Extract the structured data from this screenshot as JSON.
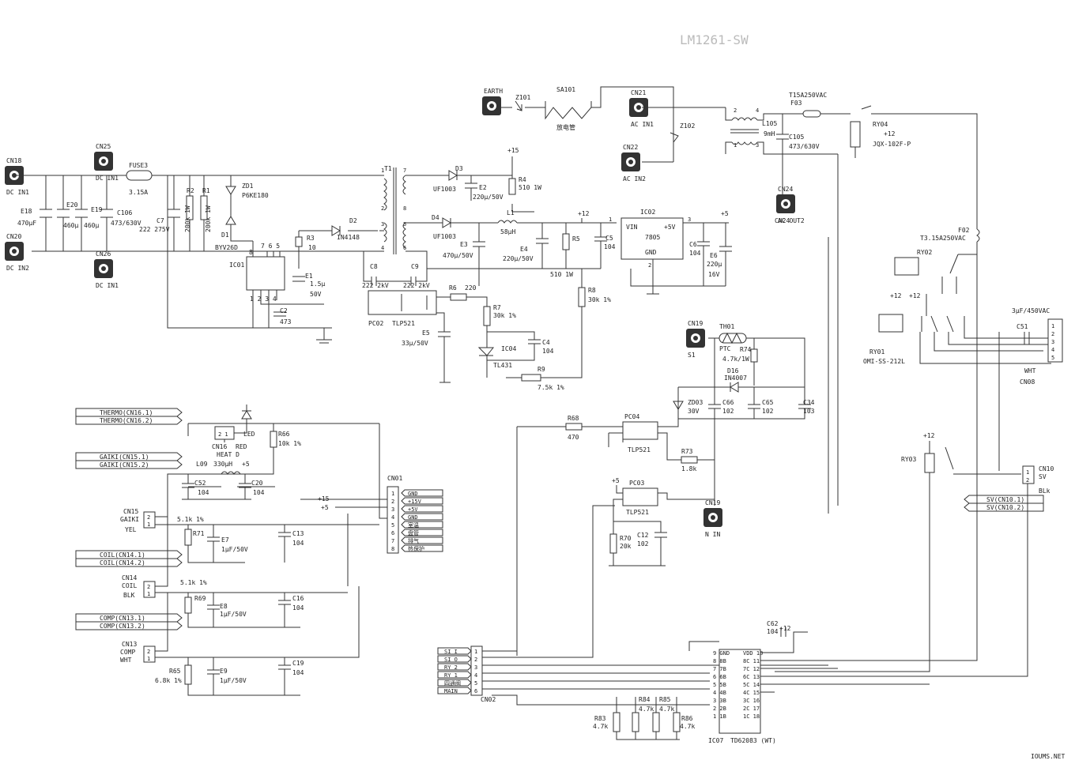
{
  "watermark": "LM1261-SW",
  "footer_site": "IOUMS.NET",
  "terminals": [
    {
      "id": "CN18",
      "label": "DC IN1"
    },
    {
      "id": "CN20",
      "label": "DC IN2"
    },
    {
      "id": "CN25",
      "label": "DC IN1"
    },
    {
      "id": "CN26",
      "label": "DC IN1"
    },
    {
      "id": "EARTH",
      "label": ""
    },
    {
      "id": "CN21",
      "label": "AC IN1"
    },
    {
      "id": "CN22",
      "label": "AC IN2"
    },
    {
      "id": "CN24",
      "label": "AC OUT2"
    },
    {
      "id": "CN19",
      "label": "S1"
    },
    {
      "id": "CN19",
      "label": "N IN"
    }
  ],
  "labels": {
    "fuse3": "FUSE3",
    "fuse3_val": "3.15A",
    "sa101": "SA101",
    "sa101_cn": "放电管",
    "z101": "Z101",
    "z102": "Z102",
    "f03": "F03",
    "f03_val": "T15A250VAC",
    "l105": "L105",
    "l105_val": "9mH",
    "c105": "C105",
    "c105_val": "473/630V",
    "ry04": "RY04",
    "ry04_part": "JQX-102F-P",
    "p12": "+12",
    "f02": "F02",
    "f02_val": "T3.15A250VAC",
    "ry02": "RY02",
    "ry01": "RY01",
    "ry01_part": "OMI-SS-212L",
    "c51_val": "3μF/450VAC",
    "c51": "C51",
    "cn08": "CN08",
    "wht": "WHT",
    "ry03": "RY03",
    "cn10": "CN10",
    "sv": "SV",
    "blk": "BLk",
    "e18": "E18",
    "e18_val": "470μF",
    "e20": "E20",
    "e20_val": "460μ",
    "e19": "E19",
    "e19_val": "460μ",
    "c106": "C106",
    "c106_val": "473/630V",
    "c7": "C7",
    "c7_val": "222 275V",
    "r2": "R2",
    "r2_val": "200k 1W",
    "r1": "R1",
    "r1_val": "200k 1W",
    "zd1": "ZD1",
    "zd1_val": "P6KE180",
    "d1": "D1",
    "d1_val": "BYV26D",
    "ic01": "IC01",
    "r3": "R3",
    "r3_val": "10",
    "d2": "D2",
    "d2_val": "IN4148",
    "e1": "E1",
    "e1_val1": "1.5μ",
    "e1_val2": "50V",
    "c2": "C2",
    "c2_val": "473",
    "t1": "T1",
    "d3": "D3",
    "d3_val": "UF1003",
    "e2": "E2",
    "e2_val": "220μ/50V",
    "p15": "+15",
    "r4": "R4",
    "r4_val": "510 1W",
    "d4": "D4",
    "d4_val": "UF1003",
    "l1": "L1",
    "l1_val": "58μH",
    "e3": "E3",
    "e3_val": "470μ/50V",
    "e4": "E4",
    "e4_val": "220μ/50V",
    "r5": "R5",
    "r5_val": "510 1W",
    "c5": "C5",
    "c5_val": "104",
    "ic02": "IC02",
    "ic02_part": "7805",
    "vin": "VIN",
    "p5out": "+5V",
    "gnd": "GND",
    "p5": "+5",
    "c6": "C6",
    "c6_val": "104",
    "e6": "E6",
    "e6_val1": "220μ",
    "e6_val2": "16V",
    "c8": "C8",
    "c8_val": "222 2kV",
    "c9": "C9",
    "c9_val": "222 2kV",
    "r6": "R6",
    "r6_val": "220",
    "pc02": "PC02",
    "pc02_part": "TLP521",
    "r7": "R7",
    "r7_val": "30k 1%",
    "r8": "R8",
    "r8_val": "30k 1%",
    "e5": "E5",
    "e5_val": "33μ/50V",
    "ic04": "IC04",
    "ic04_part": "TL431",
    "c4": "C4",
    "c4_val": "104",
    "r9": "R9",
    "r9_val": "7.5k 1%",
    "th01": "TH01",
    "ptc": "PTC",
    "r74": "R74",
    "r74_val": "4.7k/1W",
    "d16": "D16",
    "d16_val": "IN4007",
    "zd03": "ZD03",
    "zd03_val": "30V",
    "c66": "C66",
    "c66_val": "102",
    "c65": "C65",
    "c65_val": "102",
    "c34": "C34",
    "c34_val": "103",
    "r68": "R68",
    "r68_val": "470",
    "pc04": "PC04",
    "pc04_part": "TLP521",
    "r73": "R73",
    "r73_val": "1.8k",
    "pc03": "PC03",
    "pc03_part": "TLP521",
    "r70": "R70",
    "r70_val": "20k",
    "c12": "C12",
    "c12_val": "102",
    "cn16": "CN16",
    "cn16_red": "RED",
    "heat": "HEAT D",
    "led": "LED",
    "r66": "R66",
    "r66_val": "10k 1%",
    "l09": "L09",
    "l09_val": "330μH",
    "c52": "C52",
    "c52_val": "104",
    "c20": "C20",
    "c20_val": "104",
    "cn15": "CN15",
    "gaiki": "GAIKI",
    "yel": "YEL",
    "r71_val": "5.1k 1%",
    "r71": "R71",
    "e7": "E7",
    "e7_val": "1μF/50V",
    "c13": "C13",
    "c13_val": "104",
    "cn14": "CN14",
    "coil": "COIL",
    "blk14": "BLK",
    "r69_val": "5.1k 1%",
    "r69": "R69",
    "e8": "E8",
    "e8_val": "1μF/50V",
    "c16": "C16",
    "c16_val": "104",
    "cn13": "CN13",
    "comp": "COMP",
    "wht13": "WHT",
    "r65": "R65",
    "r65_val": "6.8k 1%",
    "e9": "E9",
    "e9_val": "1μF/50V",
    "c19": "C19",
    "c19_val": "104",
    "cn01": "CN01",
    "cn02": "CN02",
    "ic07": "IC07",
    "ic07_part": "TD62083 (WT)",
    "c62": "C62",
    "c62_val": "104",
    "r83": "R83",
    "r83_val": "4.7k",
    "r84": "R84",
    "r84_val": "4.7k",
    "r85": "R85",
    "r85_val": "4.7k",
    "r86": "R86",
    "r86_val": "4.7k",
    "p15b": "+15",
    "p5b": "+5"
  },
  "tags_left": [
    "THERMO(CN16.1)",
    "THERMO(CN16.2)",
    "GAIKI(CN15.1)",
    "GAIKI(CN15.2)",
    "COIL(CN14.1)",
    "COIL(CN14.2)",
    "COMP(CN13.1)",
    "COMP(CN13.2)"
  ],
  "tags_right": [
    "SV(CN10.1)",
    "SV(CN10.2)"
  ],
  "cn01_pins": [
    "GND",
    "+15V",
    "+5V",
    "GND",
    "室温",
    "盘管",
    "排气",
    "热保护"
  ],
  "cn02_pins": [
    "SI I",
    "SI O",
    "RY 2",
    "RY 1",
    "四通阀",
    "MAIN"
  ],
  "ic07_left": [
    "9 GND",
    "8 8B",
    "7 7B",
    "6 6B",
    "5 5B",
    "4 4B",
    "3 3B",
    "2 2B",
    "1 1B"
  ],
  "ic07_right": [
    "VDD 10",
    "8C 11",
    "7C 12",
    "6C 13",
    "5C 14",
    "4C 15",
    "3C 16",
    "2C 17",
    "1C 18"
  ]
}
